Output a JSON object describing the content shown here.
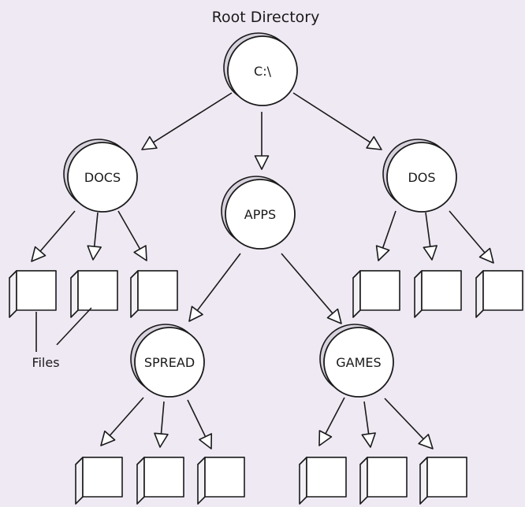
{
  "title": "Root Directory",
  "root": {
    "label": "C:\\"
  },
  "directories": [
    {
      "id": "docs",
      "label": "DOCS"
    },
    {
      "id": "apps",
      "label": "APPS"
    },
    {
      "id": "dos",
      "label": "DOS"
    },
    {
      "id": "spread",
      "label": "SPREAD"
    },
    {
      "id": "games",
      "label": "GAMES"
    }
  ],
  "files_label": "Files"
}
